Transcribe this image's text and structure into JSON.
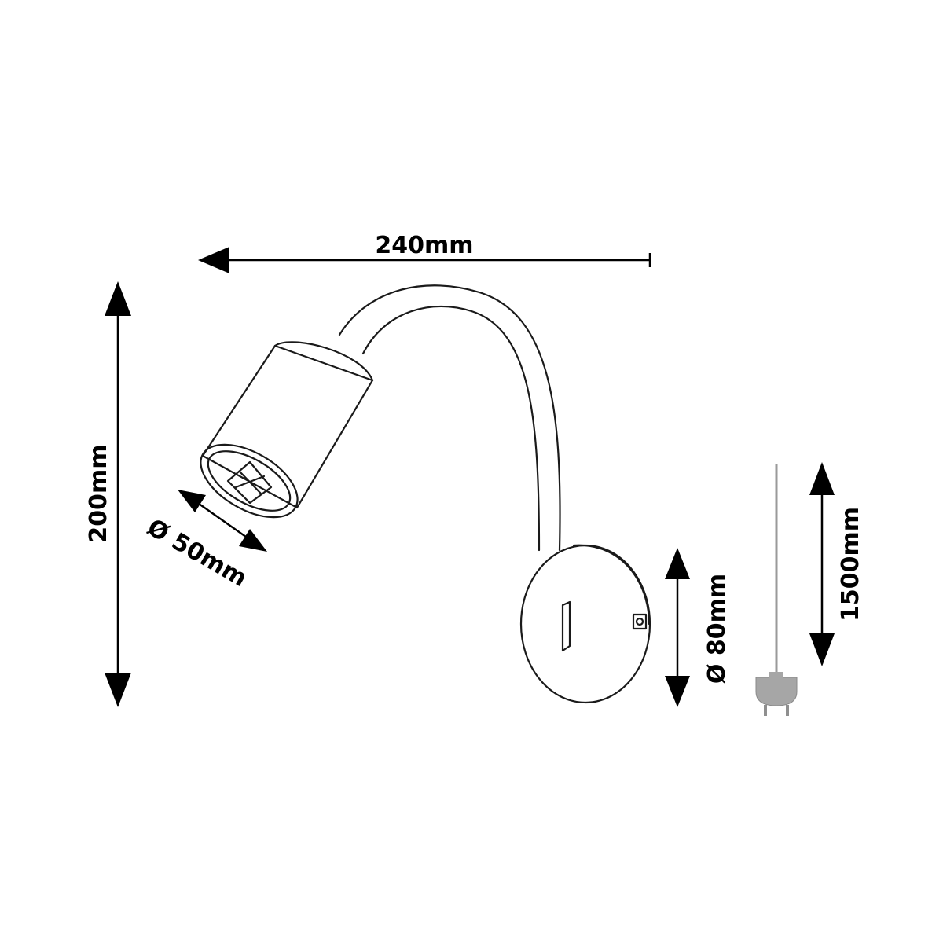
{
  "dimensions": {
    "width_label": "240mm",
    "height_label": "200mm",
    "head_diameter_label": "Ø 50mm",
    "base_diameter_label": "Ø 80mm",
    "cable_length_label": "1500mm"
  },
  "colors": {
    "line": "#000000",
    "cable": "#9a9a9a",
    "plug": "#a6a6a6",
    "background": "#ffffff"
  }
}
